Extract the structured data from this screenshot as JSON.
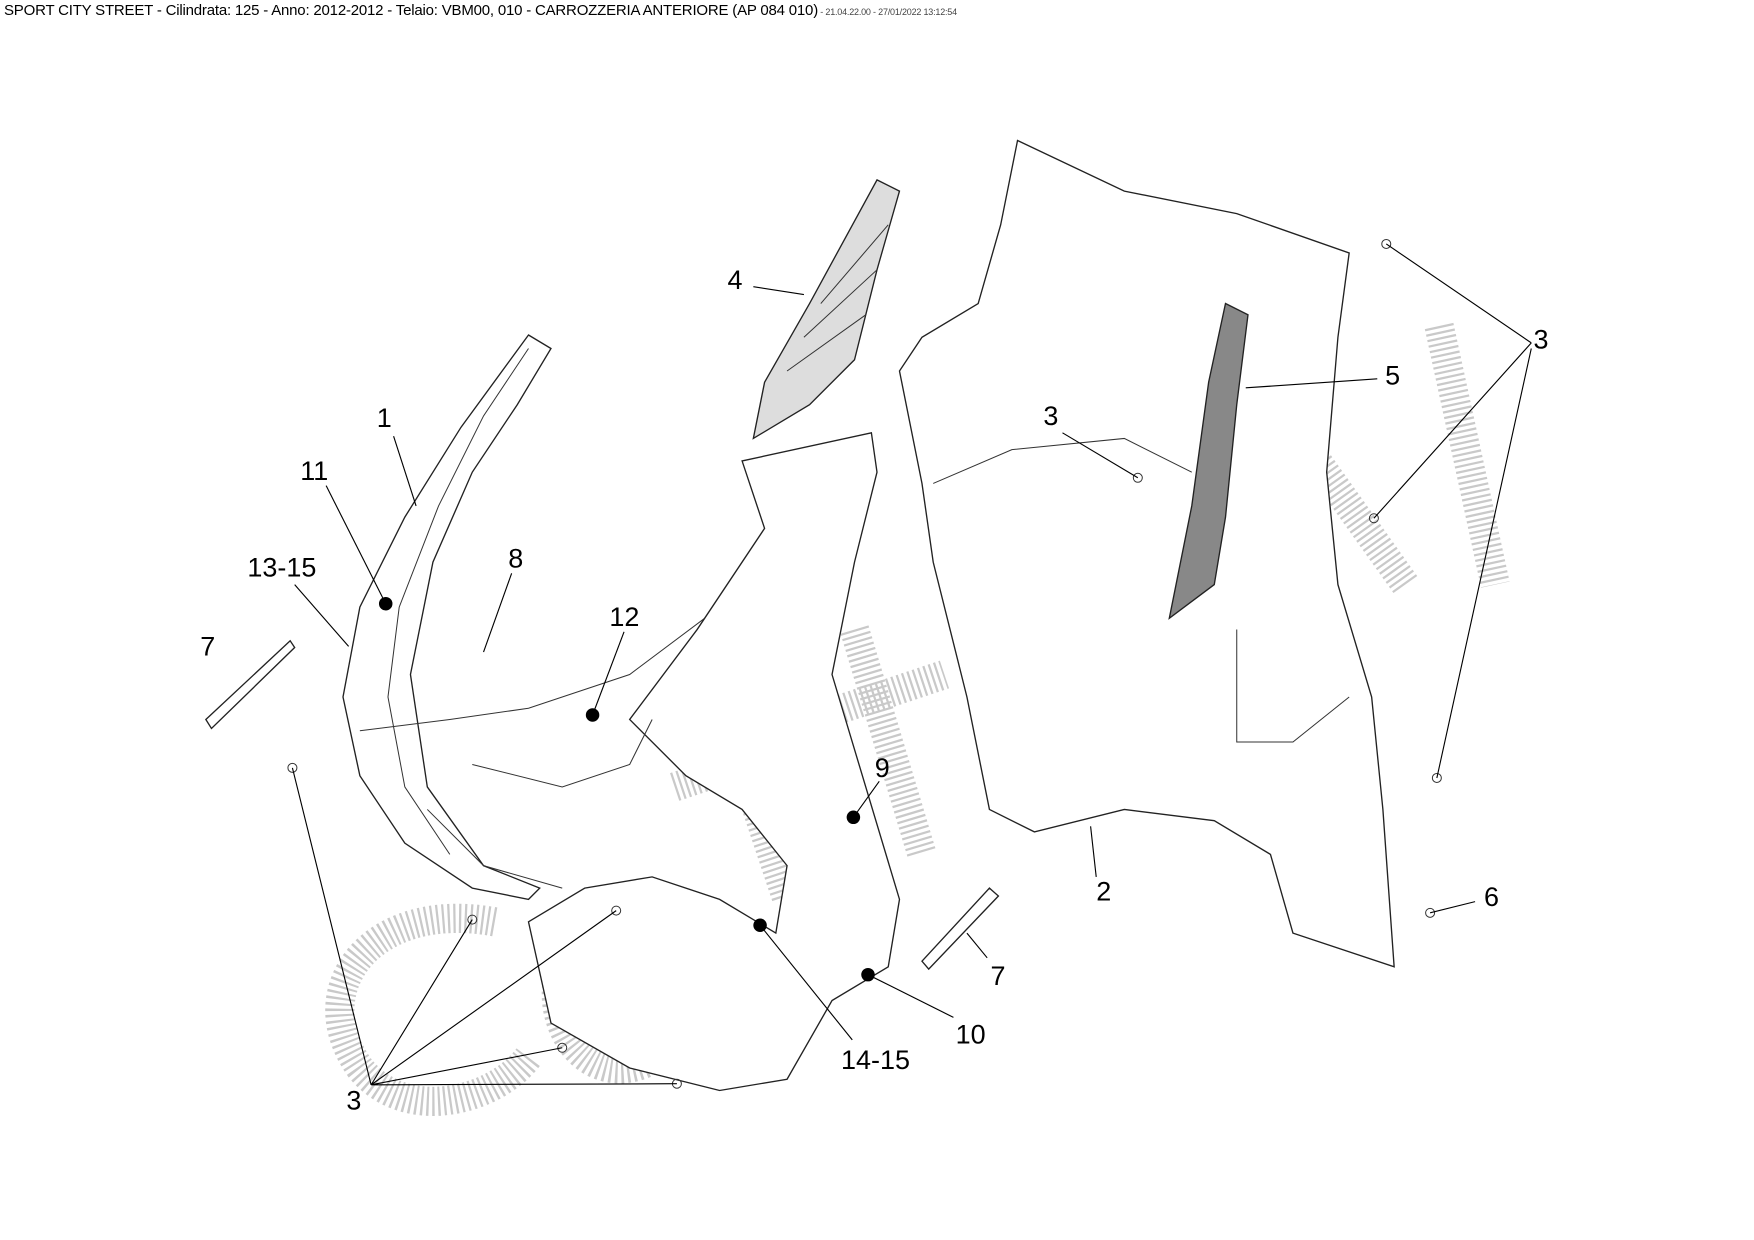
{
  "header": {
    "title": "SPORT CITY STREET - Cilindrata:  125 - Anno: 2012-2012 - Telaio: VBM00, 010 - CARROZZERIA ANTERIORE (AP 084 010)",
    "timestamp": " - 21.04.22.00 - 27/01/2022 13:12:54"
  },
  "callouts": [
    "1",
    "11",
    "13-15",
    "8",
    "7",
    "12",
    "4",
    "3",
    "5",
    "3",
    "9",
    "2",
    "6",
    "7",
    "10",
    "14-15",
    "3"
  ]
}
